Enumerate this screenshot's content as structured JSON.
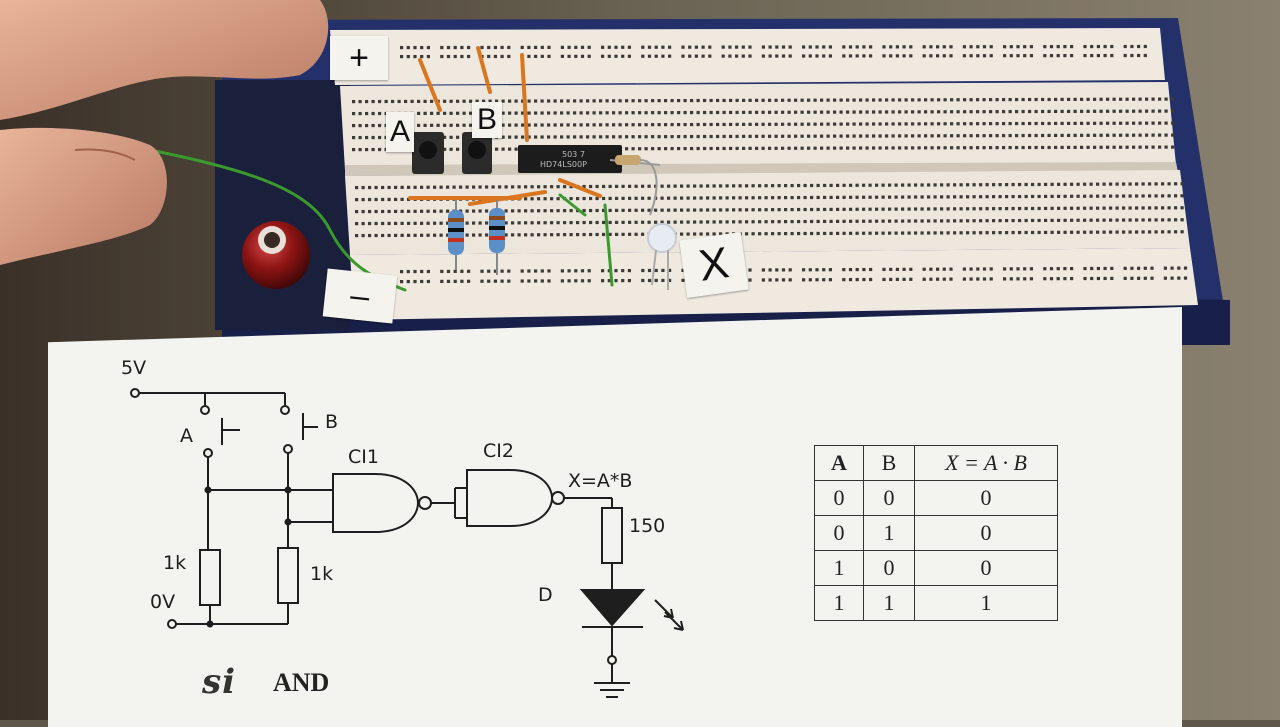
{
  "breadboard": {
    "labels": {
      "plus": "+",
      "minus": "–",
      "a": "A",
      "b": "B",
      "x": "X"
    },
    "ic_chip": {
      "line1": "503 7",
      "line2": "HD74LS00P"
    }
  },
  "schematic": {
    "supply_label": "5V",
    "ground_label": "0V",
    "switch_a_label": "A",
    "switch_b_label": "B",
    "gate1_label": "CI1",
    "gate2_label": "CI2",
    "output_label": "X=A*B",
    "resistor_a_label": "1k",
    "resistor_b_label": "1k",
    "led_resistor_label": "150",
    "led_label": "D"
  },
  "truth_table": {
    "headers": [
      "A",
      "B",
      "X = A · B"
    ],
    "rows": [
      [
        "0",
        "0",
        "0"
      ],
      [
        "0",
        "1",
        "0"
      ],
      [
        "1",
        "0",
        "0"
      ],
      [
        "1",
        "1",
        "1"
      ]
    ]
  },
  "title": {
    "brand": "si",
    "text": "AND"
  },
  "colors": {
    "background": "#5e5648",
    "breadboard": "#efe9e0",
    "base_plate": "#24306a",
    "wire_orange": "#d9761f",
    "wire_green": "#3a9a2e",
    "binding_post": "#8e1414",
    "ic_chip": "#1c1c1c",
    "paper": "#f3f3f0",
    "ink": "#1e1e1e"
  }
}
